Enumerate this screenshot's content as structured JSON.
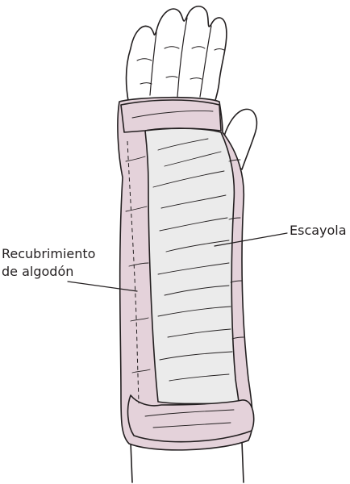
{
  "labels": {
    "cast": "Escayola",
    "padding_line1": "Recubrimiento",
    "padding_line2": "de algodón"
  },
  "colors": {
    "padding": "#e4d2da",
    "cast": "#ebebeb",
    "skin": "#ffffff",
    "outline": "#231f20"
  }
}
